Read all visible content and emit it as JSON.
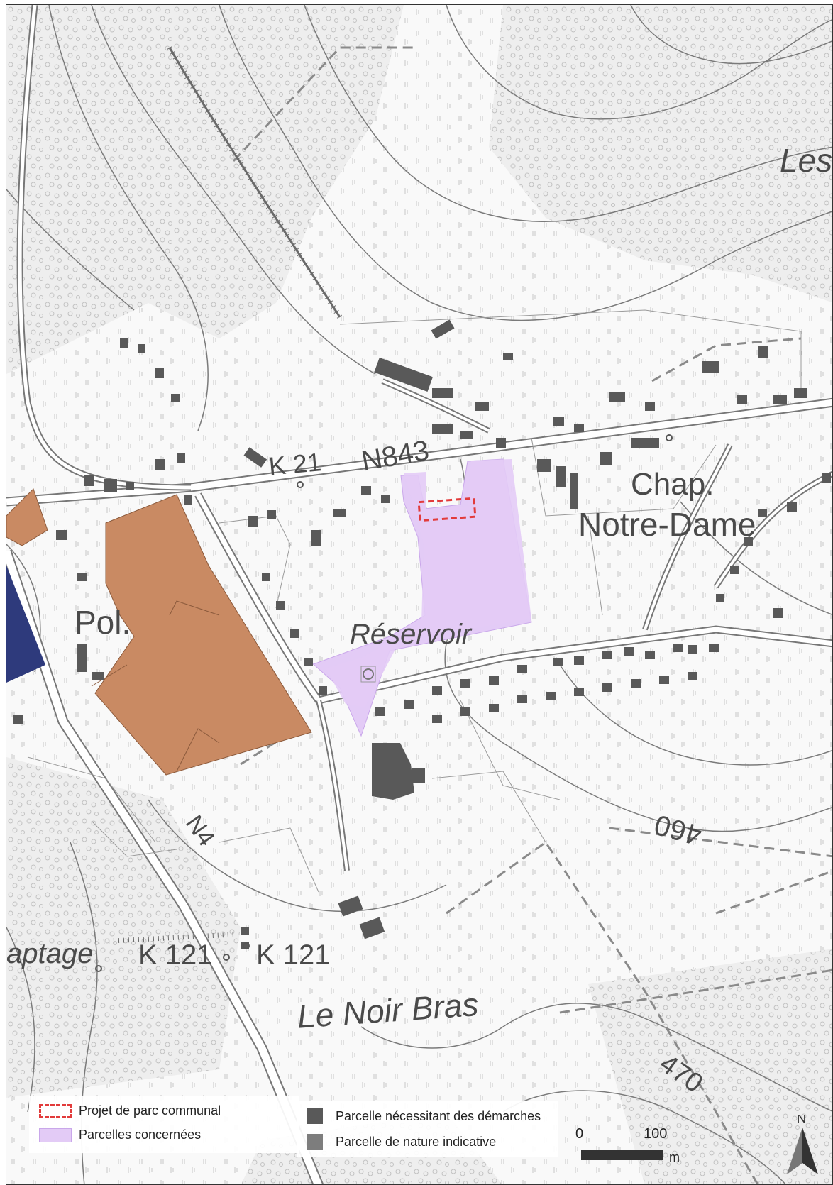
{
  "map": {
    "labels": {
      "les": "Les",
      "n843": "N843",
      "k21": "K 21",
      "chap": "Chap.",
      "notre_dame": "Notre-Dame",
      "pol": "Pol.",
      "reservoir": "Réservoir",
      "contour_460": "460",
      "n4": "N4",
      "captage": "aptage",
      "k121_left": "K 121",
      "k121_right": "K 121",
      "le_noir_bras": "Le Noir Bras",
      "contour_470": "470"
    },
    "colors": {
      "parcelles_concernees": "#e3cbf6",
      "projet_parc": "#e23b3b",
      "brown_parcels": "#c98a63",
      "blue_parcel": "#2e3a7c",
      "buildings": "#595959"
    }
  },
  "legend": {
    "projet_parc": "Projet de parc communal",
    "parcelles_concernees": "Parcelles concernées",
    "parcelle_demarches": "Parcelle nécessitant des démarches",
    "parcelle_indicative": "Parcelle de nature indicative"
  },
  "scale": {
    "zero": "0",
    "hundred": "100",
    "unit": "m"
  },
  "north": {
    "label": "N",
    "icon": "north-arrow-icon"
  }
}
